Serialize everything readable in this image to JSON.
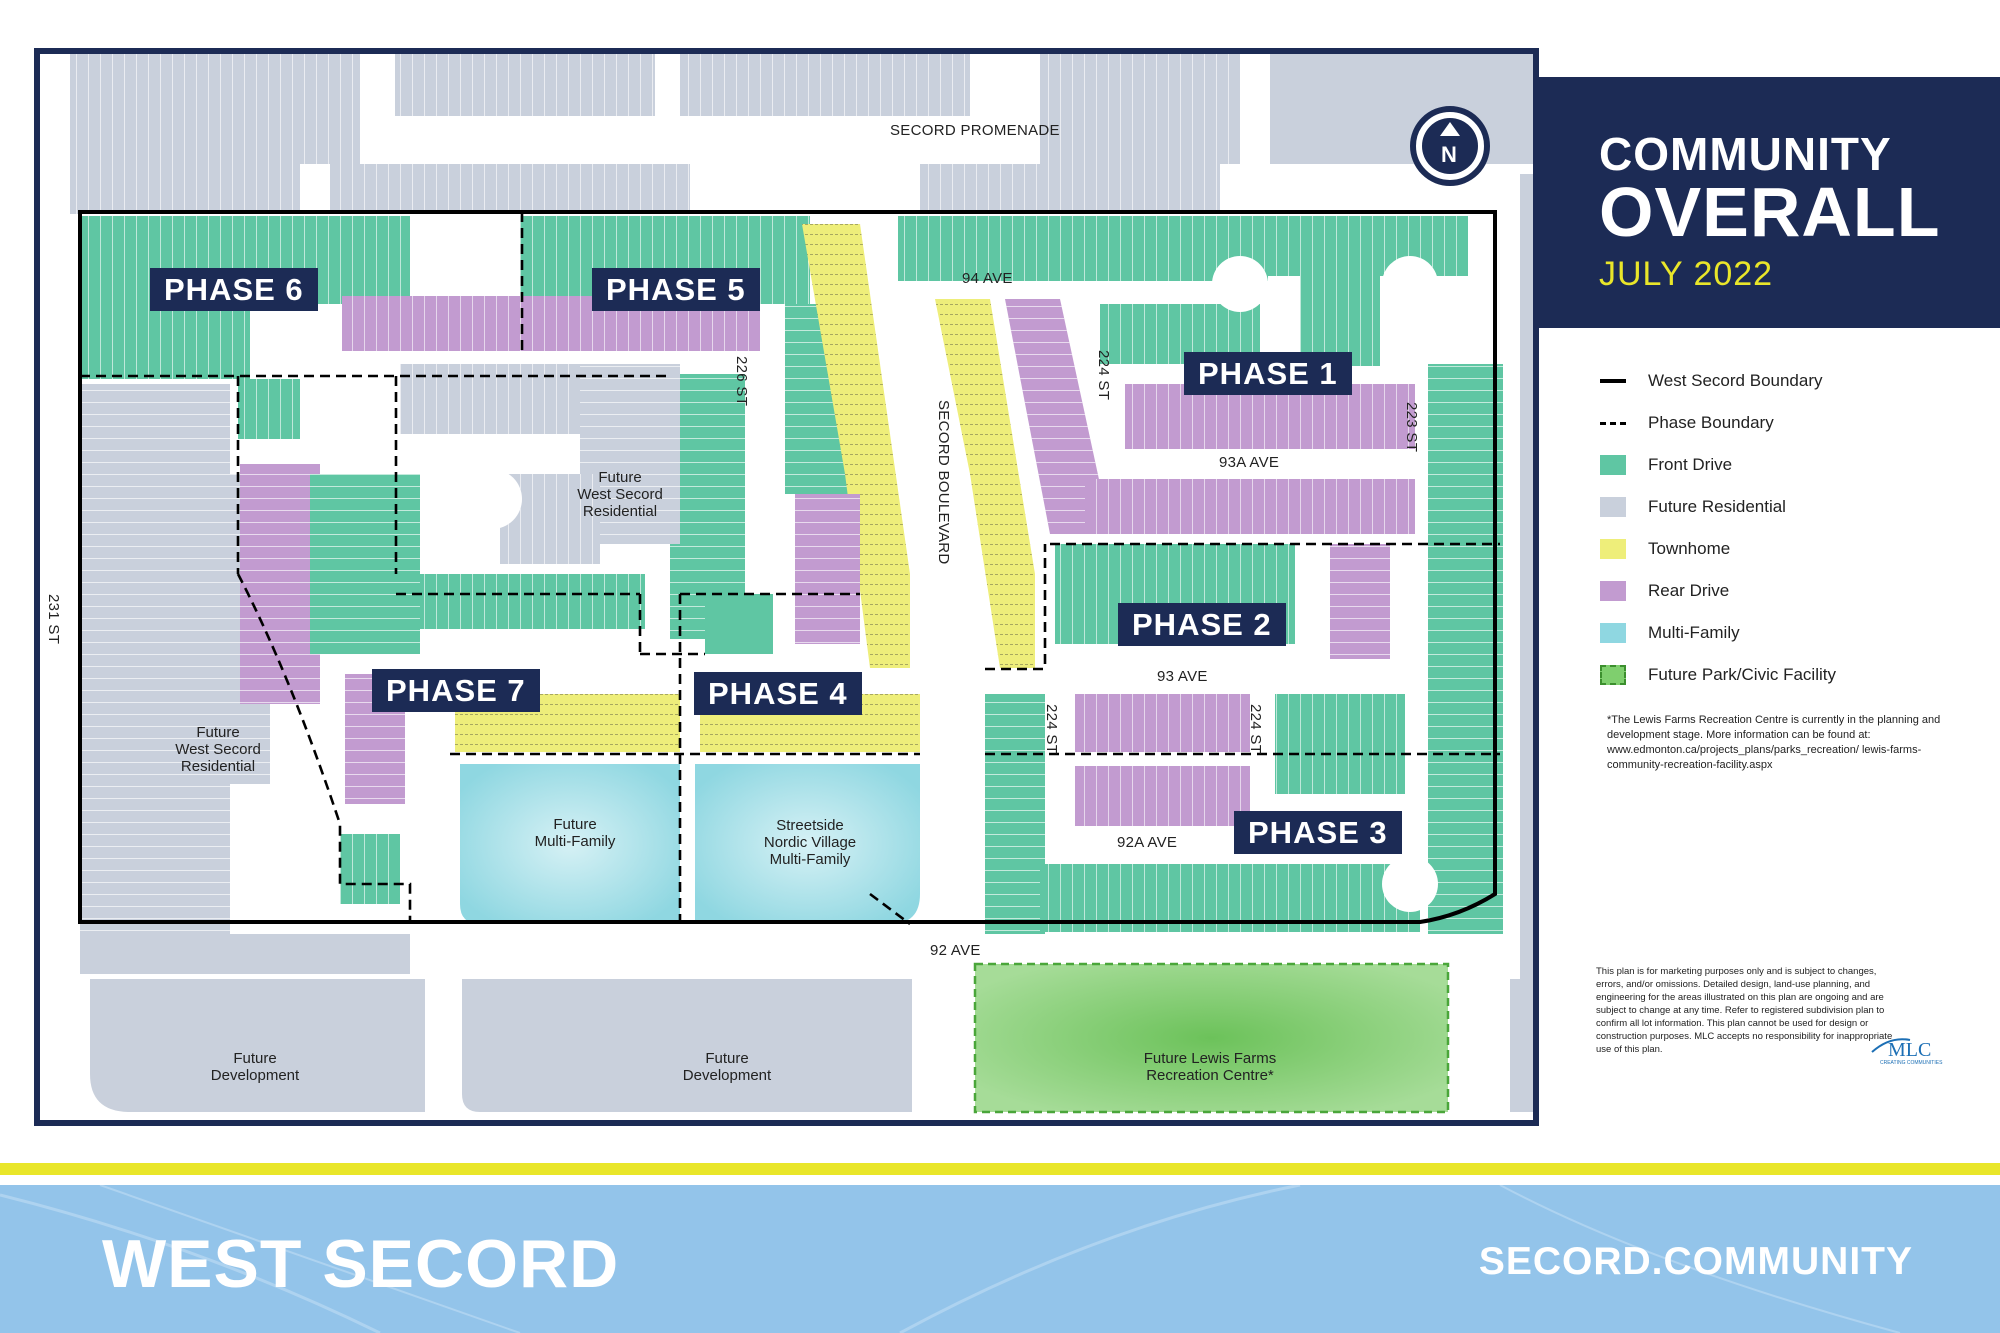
{
  "title": {
    "line1": "COMMUNITY",
    "line2": "OVERALL",
    "date": "JULY 2022"
  },
  "phases": {
    "p1": "PHASE 1",
    "p2": "PHASE 2",
    "p3": "PHASE 3",
    "p4": "PHASE 4",
    "p5": "PHASE 5",
    "p6": "PHASE 6",
    "p7": "PHASE 7"
  },
  "streets": {
    "secord_promenade": "SECORD PROMENADE",
    "ave94": "94 AVE",
    "ave93a": "93A AVE",
    "ave93": "93 AVE",
    "ave92a": "92A AVE",
    "ave92": "92 AVE",
    "st231": "231 ST",
    "st226": "226 ST",
    "st224_north": "224 ST",
    "st224_left": "224 ST",
    "st224_right": "224 ST",
    "st223": "223 ST",
    "secord_blvd": "SECORD BOULEVARD"
  },
  "areas": {
    "future_ws_res_1": "Future\nWest Secord\nResidential",
    "future_ws_res_2": "Future\nWest Secord\nResidential",
    "future_multi": "Future\nMulti-Family",
    "streetside": "Streetside\nNordic Village\nMulti-Family",
    "future_dev_1": "Future\nDevelopment",
    "future_dev_2": "Future\nDevelopment",
    "rec_centre": "Future Lewis Farms\nRecreation Centre*"
  },
  "north_arrow": {
    "letter": "N",
    "icon": "north-arrow-icon"
  },
  "legend": [
    {
      "label": "West Secord Boundary",
      "kind": "line-solid"
    },
    {
      "label": "Phase Boundary",
      "kind": "line-dashed"
    },
    {
      "label": "Front Drive",
      "kind": "swatch",
      "color": "#5fc6a3"
    },
    {
      "label": "Future Residential",
      "kind": "swatch",
      "color": "#c9d0dc"
    },
    {
      "label": "Townhome",
      "kind": "swatch",
      "color": "#eeee7a"
    },
    {
      "label": "Rear Drive",
      "kind": "swatch",
      "color": "#c29bd0"
    },
    {
      "label": "Multi-Family",
      "kind": "swatch",
      "color": "#8fd7e1"
    },
    {
      "label": "Future Park/Civic Facility",
      "kind": "swatch-dashed",
      "color": "#7fcf6e"
    }
  ],
  "note": "*The Lewis Farms Recreation Centre is currently in the planning and development stage. More information can be found at: www.edmonton.ca/projects_plans/parks_recreation/ lewis-farms-community-recreation-facility.aspx",
  "disclaimer": "This plan is for marketing purposes only and is subject to changes, errors, and/or omissions. Detailed design, land-use planning, and engineering for the areas illustrated on this plan are ongoing and are subject to change at any time. Refer to registered subdivision plan to confirm all lot information. This plan cannot be used for design or construction purposes. MLC accepts no responsibility for inappropriate use of this plan.",
  "logo": {
    "text": "MLC",
    "tagline": "CREATING COMMUNITIES"
  },
  "footer": {
    "brand": "WEST SECORD",
    "site": "SECORD.COMMUNITY"
  },
  "colors": {
    "navy": "#1c2b55",
    "front_drive": "#5fc6a3",
    "future_residential": "#c9d0dc",
    "townhome": "#eeee7a",
    "rear_drive": "#c29bd0",
    "multi_family": "#8fd7e1",
    "park": "#7fcf6e",
    "accent_yellow": "#e9e62a",
    "footer_blue": "#93c4ea"
  }
}
